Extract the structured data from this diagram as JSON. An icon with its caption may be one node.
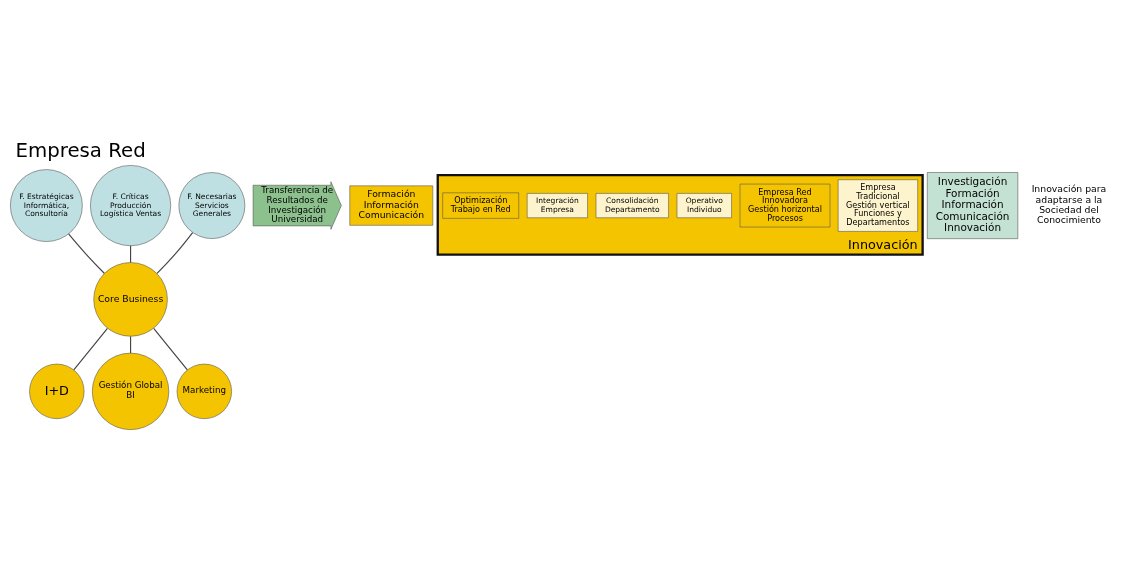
{
  "diagram": {
    "title": "Empresa Red",
    "nodes": [
      {
        "text": [
          "I+D"
        ]
      },
      {
        "text": [
          "F. Estratégicas Informática, Consultoría"
        ]
      },
      {
        "text": [
          "Gestión Global",
          "BI"
        ]
      },
      {
        "text": [
          "Core Business"
        ]
      },
      {
        "text": [
          "F. Críticas Producción Logística Ventas"
        ]
      },
      {
        "text": [
          "Marketing"
        ]
      },
      {
        "text": [
          "F. Necesarias Servicios Generales"
        ]
      },
      {
        "text": [
          "Transferencia de Resultados de Investigación Universidad"
        ]
      },
      {
        "text": [
          "Formación",
          "Información",
          "Comunicación"
        ]
      },
      {
        "text": [
          "Innovación"
        ]
      },
      {
        "text": [
          "Empresa Tradicional",
          "Gestión vertical",
          "Funciones y Departamentos"
        ],
        "in": 9
      },
      {
        "text": [
          "Empresa Red Innovadora",
          "Gestión horizontal",
          "Procesos"
        ],
        "in": 9
      },
      {
        "text": [
          "Operativo Individuo"
        ],
        "in": 9
      },
      {
        "text": [
          "Consolidación Departamento"
        ],
        "in": 9
      },
      {
        "text": [
          "Integración Empresa"
        ],
        "in": 9
      },
      {
        "text": [
          "Optimización Trabajo en Red"
        ],
        "in": 9
      },
      {
        "text": [
          "Investigación",
          "Formación",
          "Información",
          "Comunicación",
          "Innovación"
        ]
      }
    ],
    "edges": [
      {
        "from": 1,
        "to": 3,
        "arrow": "none"
      },
      {
        "from": 4,
        "to": 3,
        "arrow": "none"
      },
      {
        "from": 6,
        "to": 3,
        "arrow": "none"
      },
      {
        "from": 3,
        "to": 0,
        "arrow": "none"
      },
      {
        "from": 3,
        "to": 2,
        "arrow": "none"
      },
      {
        "from": 3,
        "to": 5,
        "arrow": "none"
      }
    ],
    "labels": [
      "Innovación para adaptarse a la Sociedad del Conocimiento"
    ]
  }
}
